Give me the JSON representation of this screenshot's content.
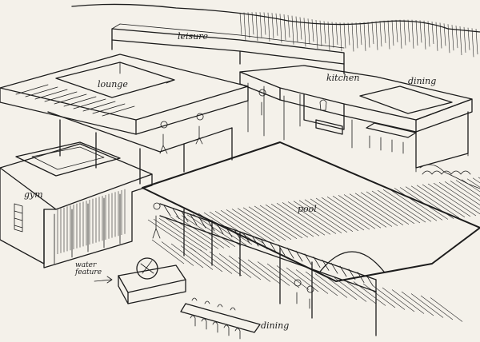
{
  "drawing": {
    "ink_color": "#1c1c1c",
    "paper_color": "#f4f1ea",
    "labels": {
      "leisure": "leisure",
      "kitchen": "kitchen",
      "dining_top": "dining",
      "lounge": "lounge",
      "gym": "gym",
      "pool": "pool",
      "water_feature": "water feature",
      "dining_bottom": "dining"
    }
  }
}
